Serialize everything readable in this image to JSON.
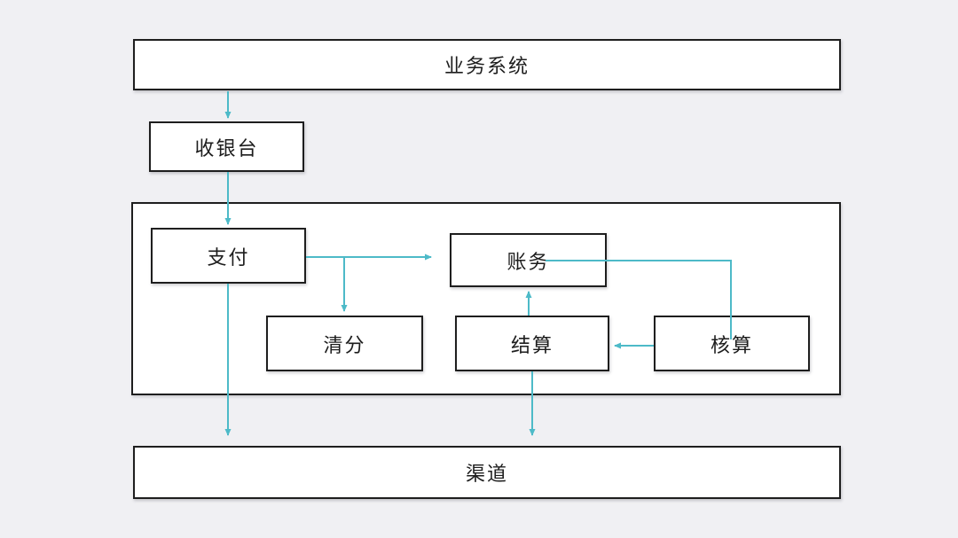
{
  "page": {
    "background": "#f0f0f3"
  },
  "colors": {
    "accent": "#4dbac8",
    "border": "#1e1e1e",
    "box_fill": "#ffffff",
    "text": "#1d1d1d"
  },
  "diagram": {
    "nodes": {
      "business_system": {
        "label": "业务系统"
      },
      "cashier": {
        "label": "收银台"
      },
      "payment": {
        "label": "支付"
      },
      "ledger": {
        "label": "账务"
      },
      "clearing": {
        "label": "清分"
      },
      "settlement": {
        "label": "结算"
      },
      "accounting": {
        "label": "核算"
      },
      "channel": {
        "label": "渠道"
      }
    },
    "edges": [
      {
        "id": "business-to-cashier",
        "from": "business_system",
        "to": "cashier",
        "arrow": "down"
      },
      {
        "id": "cashier-to-payment",
        "from": "cashier",
        "to": "payment",
        "arrow": "down"
      },
      {
        "id": "payment-to-ledger",
        "from": "payment",
        "to": "ledger",
        "arrow": "right"
      },
      {
        "id": "payment-to-clearing",
        "from": "payment",
        "to": "clearing",
        "arrow": "down"
      },
      {
        "id": "settlement-to-ledger",
        "from": "settlement",
        "to": "ledger",
        "arrow": "up"
      },
      {
        "id": "accounting-to-settlement",
        "from": "accounting",
        "to": "settlement",
        "arrow": "left"
      },
      {
        "id": "ledger-accounting-link",
        "from": "ledger",
        "to": "accounting",
        "arrow": "none"
      },
      {
        "id": "payment-to-channel",
        "from": "payment",
        "to": "channel",
        "arrow": "down"
      },
      {
        "id": "settlement-to-channel",
        "from": "settlement",
        "to": "channel",
        "arrow": "down"
      }
    ]
  }
}
